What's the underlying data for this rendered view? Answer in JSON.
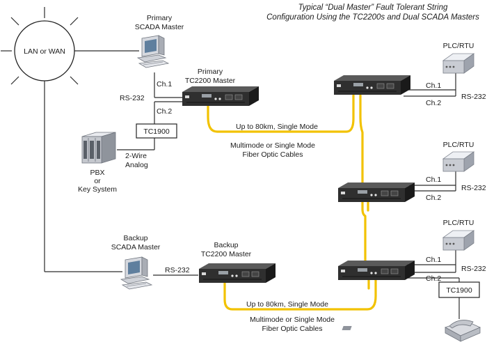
{
  "title": {
    "line1": "Typical “Dual Master” Fault Tolerant String",
    "line2": "Configuration Using the TC2200s and Dual SCADA Masters"
  },
  "network": {
    "label": "LAN or WAN"
  },
  "primary_scada": {
    "line1": "Primary",
    "line2": "SCADA Master"
  },
  "primary_tc2200": {
    "line1": "Primary",
    "line2": "TC2200 Master"
  },
  "backup_scada": {
    "line1": "Backup",
    "line2": "SCADA Master"
  },
  "backup_tc2200": {
    "line1": "Backup",
    "line2": "TC2200 Master"
  },
  "pbx": {
    "line1": "PBX",
    "line2": "or",
    "line3": "Key System"
  },
  "two_wire": {
    "line1": "2-Wire",
    "line2": "Analog"
  },
  "tc1900_label": "TC1900",
  "ch1": "Ch.1",
  "ch2": "Ch.2",
  "rs232": "RS-232",
  "plc_label": "PLC/RTU",
  "fiber_run": "Up to 80km, Single Mode",
  "fiber_cables": {
    "line1": "Multimode or Single Mode",
    "line2": "Fiber Optic Cables"
  },
  "colors": {
    "fiber": "#f2c200",
    "device_dark": "#2b2b2b",
    "plc_body": "#c9ccd3"
  },
  "icons": [
    "computer-icon",
    "pbx-icon",
    "phone-icon",
    "plc-rtu-icon",
    "tc2200-modem-icon"
  ]
}
